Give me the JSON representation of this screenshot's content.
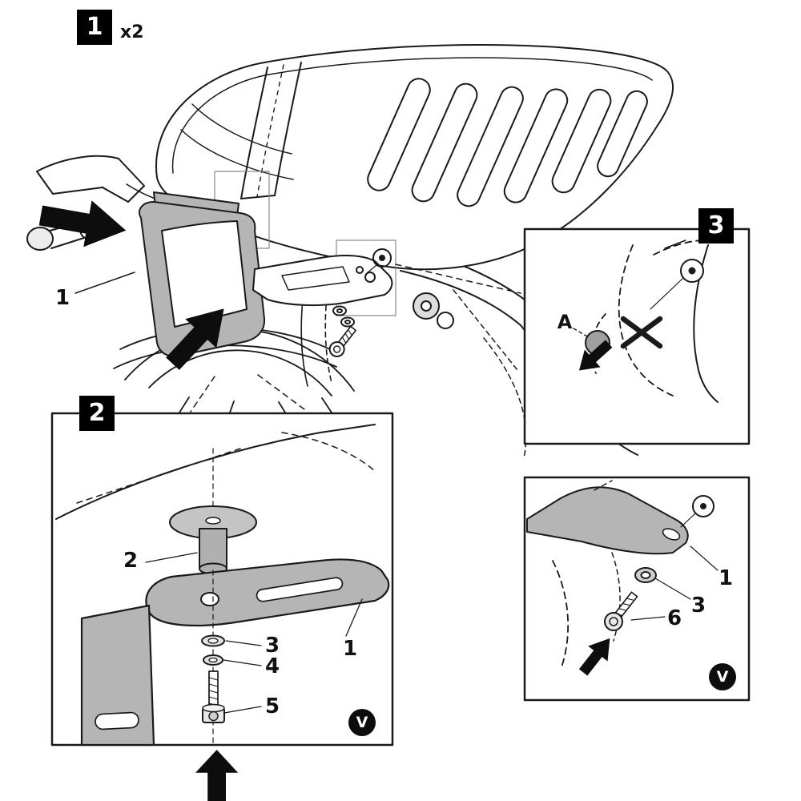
{
  "steps": {
    "one": {
      "badge": "1",
      "qty": "x2"
    },
    "two": {
      "badge": "2"
    },
    "three": {
      "badge": "3"
    }
  },
  "callouts": {
    "bracket_frame": "1",
    "rubber_plug": "A",
    "spacer": "2",
    "washer": "3",
    "spring_washer": "4",
    "screw": "5",
    "support_arm": "1",
    "support_arm_right": "1",
    "washer_right": "3",
    "screw_right": "6"
  },
  "logo": {
    "mark": "V"
  },
  "colors": {
    "line": "#1a1a1a",
    "part_fill": "#b5b5b5",
    "badge_bg": "#000000",
    "badge_fg": "#ffffff",
    "arrow": "#0d0d0d"
  }
}
